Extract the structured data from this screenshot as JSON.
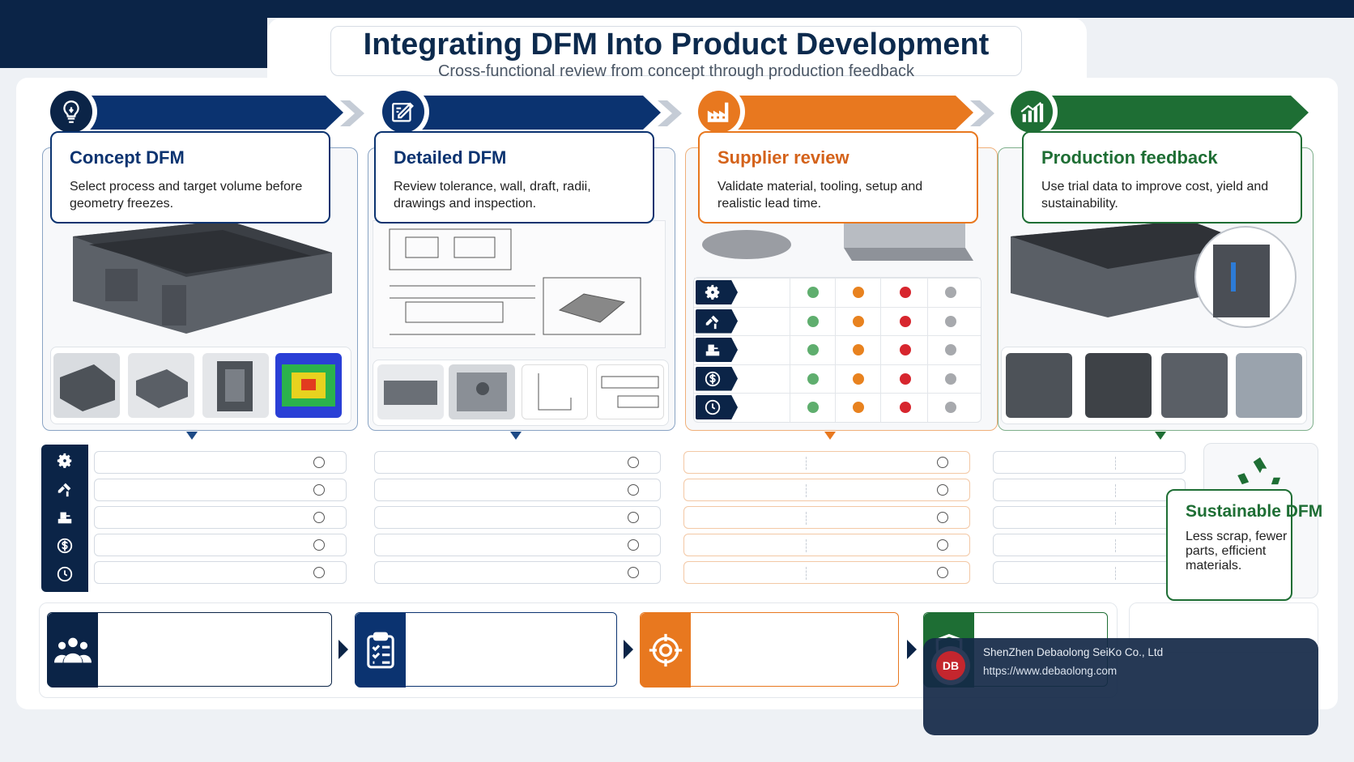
{
  "header": {
    "title": "Integrating DFM Into Product Development",
    "subtitle": "Cross-functional review from concept through production feedback"
  },
  "colors": {
    "navy": "#0b2447",
    "blue": "#1d4a86",
    "orange": "#e8781f",
    "green": "#1e6e34",
    "status_green": "#5fae6e",
    "status_orange": "#e8821f",
    "status_red": "#d7262e",
    "status_gray": "#a7a9ad"
  },
  "stages": [
    {
      "title": "Concept DFM",
      "desc": "Select process and target volume before geometry freezes.",
      "icon": "lightbulb-icon"
    },
    {
      "title": "Detailed DFM",
      "desc": "Review tolerance, wall, draft, radii, drawings and inspection.",
      "icon": "drawing-pen-icon"
    },
    {
      "title": "Supplier review",
      "desc": "Validate material, tooling, setup and realistic lead time.",
      "icon": "factory-icon"
    },
    {
      "title": "Production feedback",
      "desc": "Use trial data to improve cost, yield and sustainability.",
      "icon": "bar-chart-icon"
    }
  ],
  "criteria_icons": [
    "gear-icon",
    "tools-icon",
    "machine-icon",
    "dollar-icon",
    "clock-icon"
  ],
  "status_legend": [
    "green",
    "orange",
    "red",
    "gray"
  ],
  "sustainable": {
    "title": "Sustainable DFM",
    "desc": "Less scrap, fewer parts, efficient materials.",
    "icon": "recycle-icon"
  },
  "bottom_steps": [
    {
      "icon": "team-icon"
    },
    {
      "icon": "clipboard-checklist-icon"
    },
    {
      "icon": "target-icon"
    },
    {
      "icon": "shield-icon"
    }
  ],
  "watermark": {
    "company": "ShenZhen Debaolong SeiKo Co., Ltd",
    "url": "https://www.debaolong.com",
    "logo_text": "DB"
  }
}
